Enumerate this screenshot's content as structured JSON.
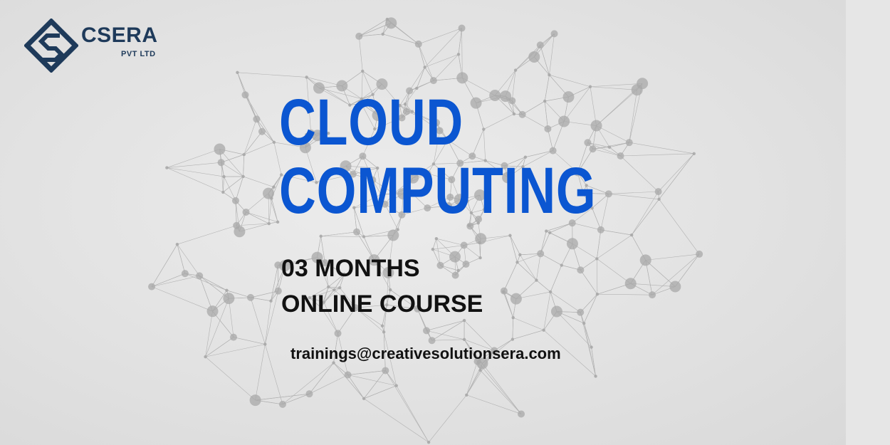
{
  "logo": {
    "icon": "csera-diamond-logo-icon",
    "name": "CSERA",
    "sub": "PVT LTD",
    "color": "#1e3a5a"
  },
  "headline": {
    "line1": "CLOUD",
    "line2": "COMPUTING",
    "color": "#0b56d1"
  },
  "course": {
    "line1": "03 MONTHS",
    "line2": "ONLINE COURSE"
  },
  "contact": {
    "email": "trainings@creativesolutionsera.com"
  },
  "background": {
    "graphic": "network-globe",
    "color": "#e3e3e3"
  }
}
